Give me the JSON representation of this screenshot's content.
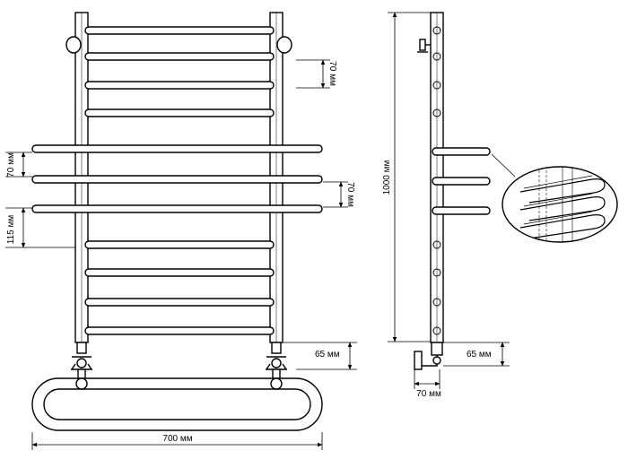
{
  "dimensions": {
    "top_spacing": "70 мм",
    "left_spacing": "70 мм",
    "mid_spacing": "70 мм",
    "lower_gap": "115 мм",
    "bottom_height_front": "65 мм",
    "total_width": "700 мм",
    "total_height": "1000 мм",
    "bottom_height_side": "65 мм",
    "wall_offset": "70 мм"
  },
  "colors": {
    "stroke": "#000000",
    "background": "#ffffff"
  }
}
